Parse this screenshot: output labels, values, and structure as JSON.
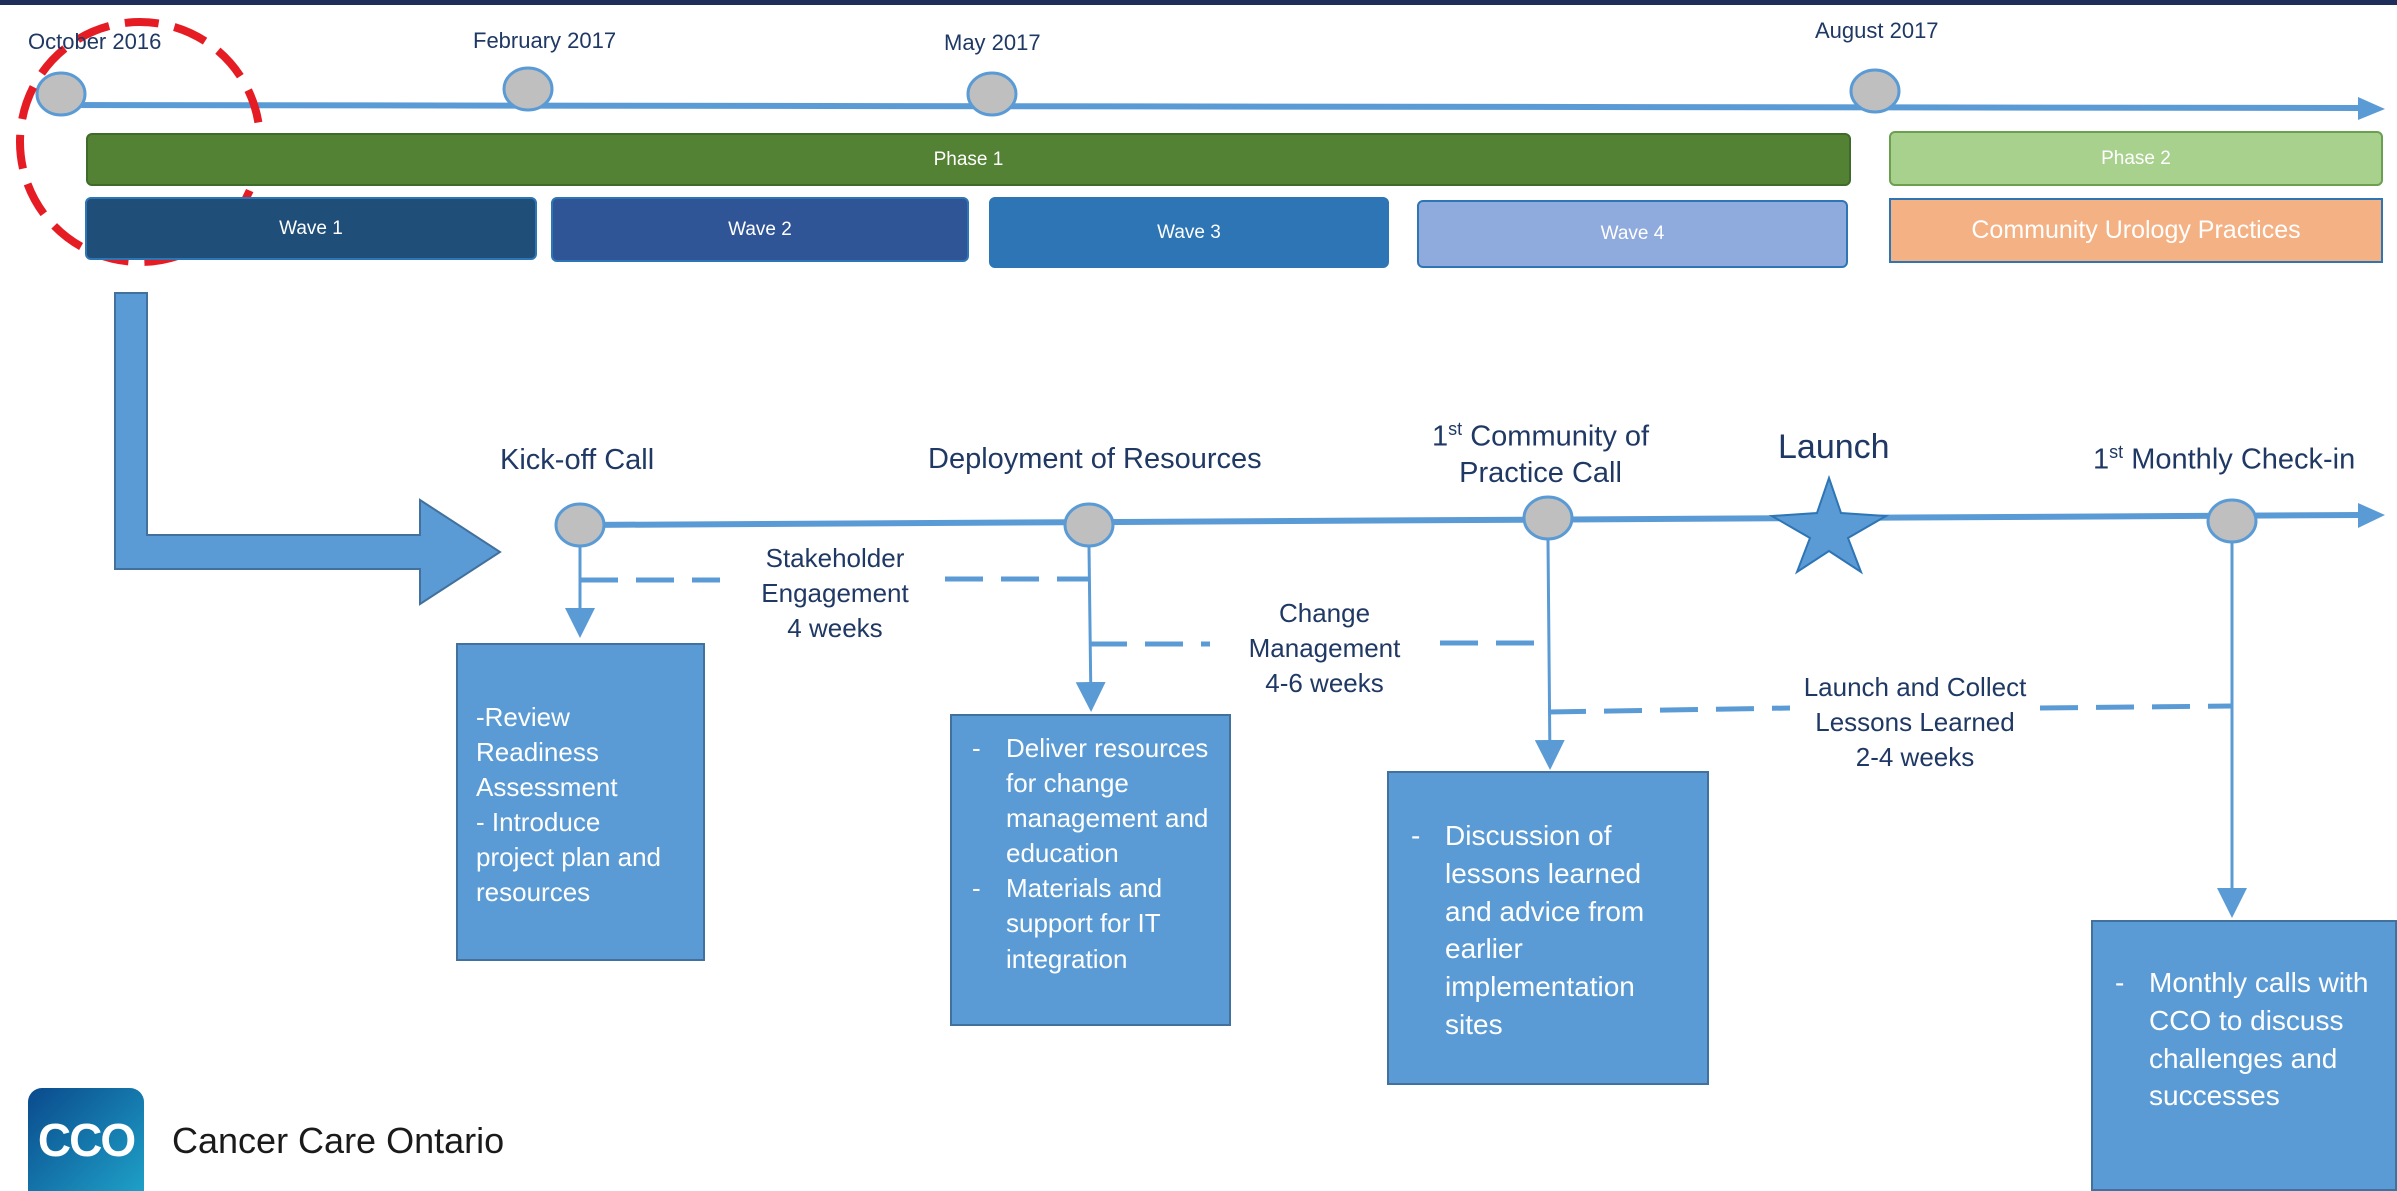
{
  "timeline": {
    "dates": [
      "October 2016",
      "February 2017",
      "May 2017",
      "August 2017"
    ],
    "phases": [
      "Phase 1",
      "Phase 2"
    ],
    "waves": [
      "Wave 1",
      "Wave 2",
      "Wave 3",
      "Wave 4"
    ],
    "community_label": "Community Urology Practices"
  },
  "milestones": {
    "kickoff": "Kick-off Call",
    "deployment": "Deployment of Resources",
    "cop_sup": "st",
    "cop_rest": " Community of",
    "cop_line2": "Practice Call",
    "cop_num": "1",
    "launch": "Launch",
    "checkin_num": "1",
    "checkin_sup": "st",
    "checkin_rest": " Monthly Check-in"
  },
  "durations": {
    "stakeholder": [
      "Stakeholder",
      "Engagement",
      "4 weeks"
    ],
    "change": [
      "Change",
      "Management",
      "4-6 weeks"
    ],
    "launch_collect": [
      "Launch and Collect",
      "Lessons Learned",
      "2-4 weeks"
    ]
  },
  "boxes": {
    "kickoff_lines": [
      "-Review",
      "Readiness",
      "Assessment",
      "- Introduce",
      "project plan and",
      "resources"
    ],
    "deployment_items": [
      "Deliver resources for change management and education",
      "Materials and support for IT integration"
    ],
    "cop_items": [
      "Discussion of lessons learned and advice from earlier implementation sites"
    ],
    "checkin_items": [
      "Monthly calls with CCO to discuss challenges and successes"
    ]
  },
  "logo": {
    "mark": "CCO",
    "name": "Cancer Care Ontario"
  },
  "colors": {
    "phase1": "#548235",
    "phase2": "#a9d18e",
    "wave1": "#1f4e79",
    "wave2": "#2f5597",
    "wave3": "#2e75b6",
    "wave4": "#8faadc",
    "community": "#f4b183",
    "box": "#5b9bd5",
    "line": "#5b9bd5",
    "highlight": "#e51c23"
  }
}
